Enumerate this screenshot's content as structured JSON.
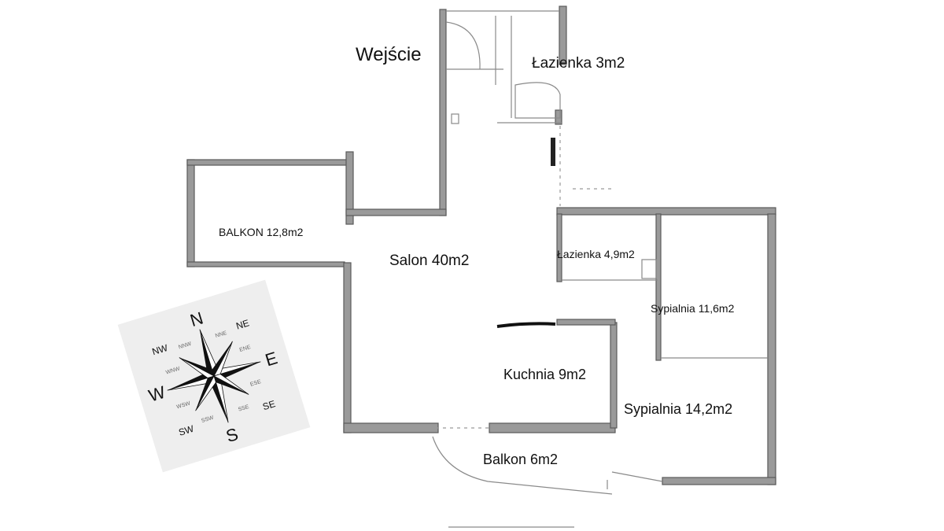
{
  "rooms": {
    "entrance": "Wejście",
    "bathroom_small": "Łazienka 3m2",
    "balcony_large": "BALKON 12,8m2",
    "living_room": "Salon 40m2",
    "bathroom_large": "Łazienka 4,9m2",
    "bedroom_small": "Sypialnia  11,6m2",
    "kitchen": "Kuchnia  9m2",
    "bedroom_large": "Sypialnia  14,2m2",
    "balcony_small": "Balkon  6m2"
  },
  "compass": {
    "n": "N",
    "e": "E",
    "s": "S",
    "w": "W",
    "ne": "NE",
    "se": "SE",
    "sw": "SW",
    "nw": "NW",
    "nne": "NNE",
    "ene": "ENE",
    "ese": "ESE",
    "sse": "SSE",
    "ssw": "SSW",
    "wsw": "WSW",
    "wnw": "WNW",
    "nnw": "NNW"
  },
  "colors": {
    "wall": "#9a9a9a",
    "compass_bg": "#eeeeee",
    "text": "#111111"
  }
}
